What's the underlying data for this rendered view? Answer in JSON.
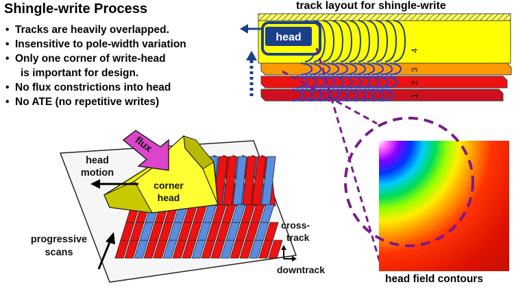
{
  "title": "Shingle-write Process",
  "bullets": [
    {
      "text": "Tracks are heavily overlapped.",
      "cont": false
    },
    {
      "text": "Insensitive to pole-width variation",
      "cont": false
    },
    {
      "text": "Only one corner of write-head",
      "cont": false
    },
    {
      "text": "is important for design.",
      "cont": true
    },
    {
      "text": "No flux constrictions into head",
      "cont": false
    },
    {
      "text": "No ATE (no repetitive writes)",
      "cont": false
    }
  ],
  "bullet_symbol": "•",
  "track_layout": {
    "title": "track layout for shingle-write",
    "head_label": "head",
    "track_numbers": [
      "1",
      "2",
      "3",
      "4"
    ]
  },
  "diagram_3d": {
    "flux_label": "flux",
    "head_motion_label": [
      "head",
      "motion"
    ],
    "corner_head_label": [
      "corner",
      "head"
    ],
    "progressive_scans_label": [
      "progressive",
      "scans"
    ],
    "crosstrack_label": [
      "cross-",
      "track"
    ],
    "downtrack_label": "downtrack"
  },
  "contour_caption": "head field contours",
  "colors": {
    "track_yellow": "#ffff00",
    "track_orange": "#ff9900",
    "track_red": "#ee1111",
    "track_darkred": "#cc1020",
    "head_box": "#1a3f8a",
    "stripe_blue": "#5a8ce0",
    "stripe_red": "#ee1111",
    "flux_arrow": "#dd44cc",
    "dashed_purple": "#7a1a8a"
  }
}
